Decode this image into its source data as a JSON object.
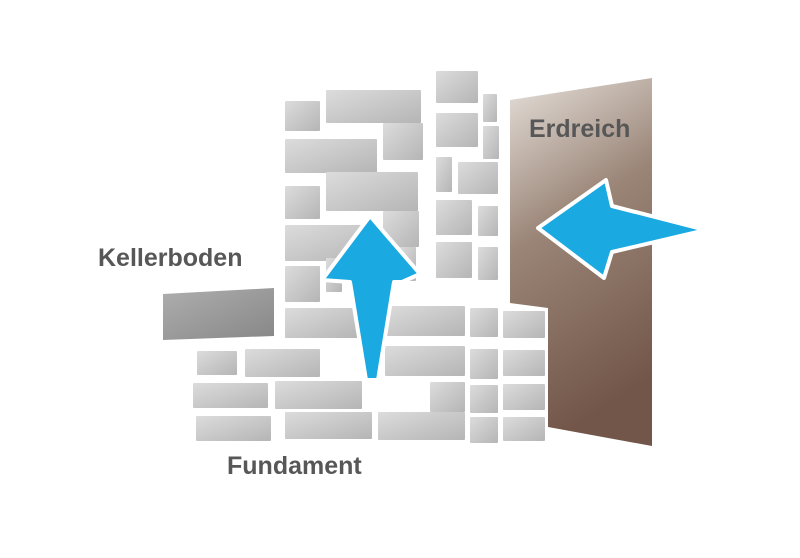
{
  "labels": {
    "kellerboden": "Kellerboden",
    "erdreich": "Erdreich",
    "fundament": "Fundament"
  },
  "colors": {
    "background": "#ffffff",
    "brick_light": "#dcdcdc",
    "brick_mid": "#b5b5b5",
    "mortar": "#ffffff",
    "slab_light": "#aeaeae",
    "slab_dark": "#878787",
    "soil_top": "#e6e0db",
    "soil_mid": "#9a8577",
    "soil_bottom": "#725649",
    "arrow_fill": "#1aa9e1",
    "arrow_stroke": "#ffffff",
    "label_text": "#575757"
  },
  "icons": {
    "arrow_up": "rising-moisture-arrow-icon",
    "arrow_left": "lateral-moisture-arrow-icon"
  }
}
